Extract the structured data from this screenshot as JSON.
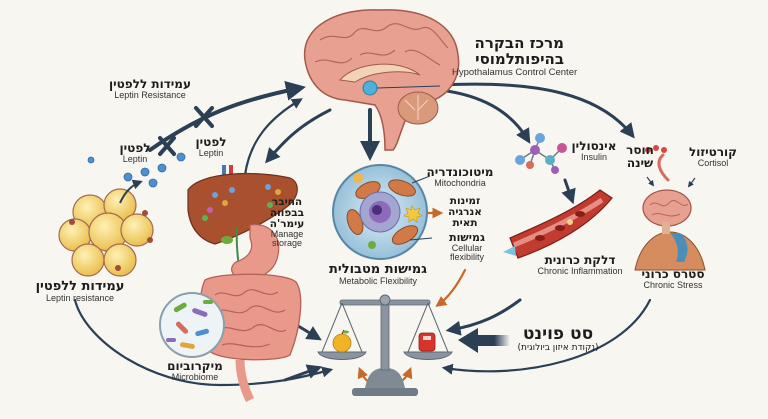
{
  "diagram": {
    "topic": "metabolic set point regulation",
    "colors": {
      "background": "#f7f6f1",
      "arrow_dark": "#2b3f55",
      "arrow_orange": "#c8692a",
      "brain_pink": "#e8a191",
      "hypothalamus_blue": "#4fb0d8",
      "fat_yellow": "#f2d36b",
      "liver_brown": "#a9502f",
      "intestine_pink": "#e9998a",
      "cell_blue": "#b9d8ea",
      "nucleus_purple": "#8c6bb8",
      "mitochondria_orange": "#d17a47",
      "vessel_red": "#c23b31",
      "scale_gray": "#7f8a94",
      "apple_yellow": "#f0b325",
      "weight_red": "#d9342b",
      "leptin_blue": "#4d8fcf"
    },
    "nodes": {
      "hypothalamus": {
        "he": "מרכז הבקרה בהיפותלמוסי",
        "he_line1": "מרכז הבקרה",
        "he_line2": "בהיפותלמוסי",
        "en": "Hypothalamus Control Center",
        "icon": "brain-icon"
      },
      "leptin_resistance_top": {
        "he": "עמידות ללפטין",
        "en": "Leptin Resistance"
      },
      "leptin_left": {
        "he": "לפטין",
        "en": "Leptin"
      },
      "leptin_right": {
        "he": "לפטין",
        "en": "Leptin"
      },
      "fat_cells": {
        "he": "עמידות ללפטין",
        "en": "Leptin resistance",
        "icon": "fat-cell-cluster-icon"
      },
      "liver": {
        "he_line1": "החיבר",
        "he_line2": "בבפווה",
        "he_line3": "עימר'ה",
        "en_line1": "Manage",
        "en_line2": "storage",
        "icon": "liver-icon"
      },
      "microbiome": {
        "he": "מיקרוביום",
        "en": "Microbiome",
        "icon": "bacteria-icon"
      },
      "mitochondria": {
        "he": "מיטוכונדריה",
        "en": "Mitochondria",
        "icon": "cell-icon"
      },
      "energy": {
        "he_line1": "זמינות",
        "he_line2": "אנרגיה",
        "he_line3": "תאית",
        "icon": "energy-spark-icon"
      },
      "cellular_flex": {
        "he": "גמישות",
        "en_line1": "Cellular",
        "en_line2": "flexibility"
      },
      "metabolic_flex": {
        "he": "גמישות מטבולית",
        "en": "Metabolic Flexibility"
      },
      "insulin": {
        "he": "אינסולין",
        "en": "Insulin",
        "icon": "molecule-icon"
      },
      "sleep": {
        "he_line1": "חוסר",
        "he_line2": "שינה"
      },
      "cortisol": {
        "he": "קורטיזול",
        "en": "Cortisol"
      },
      "inflammation": {
        "he": "דלקת כרונית",
        "en": "Chronic Inflammation",
        "icon": "blood-vessel-icon"
      },
      "stress": {
        "he": "סטרס כרוני",
        "en": "Chronic Stress",
        "icon": "stressed-person-icon"
      },
      "set_point": {
        "he": "סט פוינט",
        "sub": "(נקודת איזון ביולוגית)",
        "icon": "balance-scale-icon"
      }
    },
    "blocked_markers": [
      "leptin-signal-block-1",
      "leptin-signal-block-2"
    ]
  }
}
